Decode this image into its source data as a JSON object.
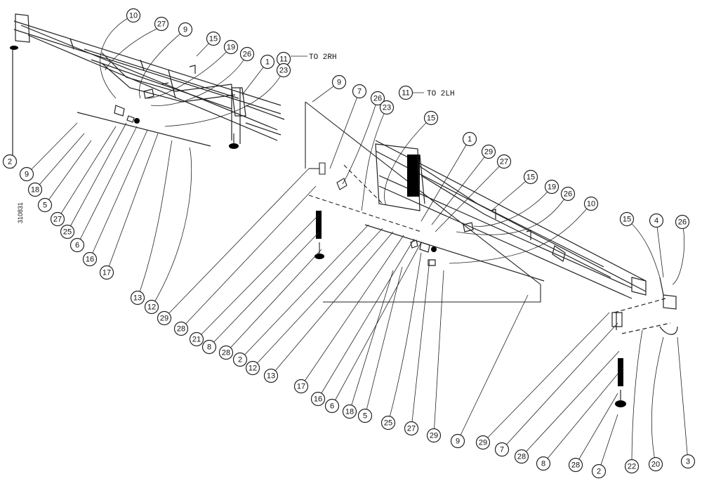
{
  "drawing_number": "310831",
  "notes": {
    "to_2rh": "TO 2RH",
    "to_2lh": "TO 2LH"
  },
  "callouts": [
    "2",
    "9",
    "18",
    "5",
    "27",
    "25",
    "6",
    "16",
    "17",
    "13",
    "12",
    "29",
    "28",
    "21",
    "8",
    "28",
    "2",
    "12",
    "13",
    "17",
    "16",
    "6",
    "18",
    "5",
    "25",
    "27",
    "29",
    "9",
    "29",
    "7",
    "28",
    "8",
    "28",
    "2",
    "22",
    "20",
    "3",
    "10",
    "27",
    "9",
    "15",
    "19",
    "26",
    "11",
    "1",
    "23",
    "9",
    "7",
    "26",
    "11",
    "23",
    "15",
    "1",
    "29",
    "27",
    "15",
    "19",
    "26",
    "10",
    "15",
    "4",
    "26"
  ]
}
